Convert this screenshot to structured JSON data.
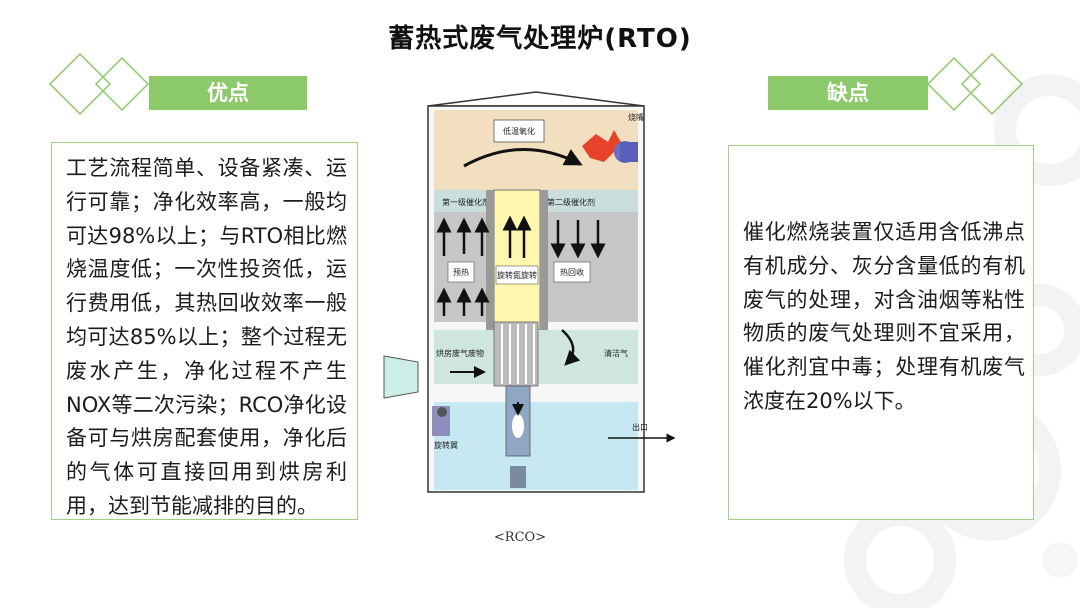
{
  "title": "蓄热式废气处理炉(RTO)",
  "advantages": {
    "label": "优点",
    "text": "工艺流程简单、设备紧凑、运行可靠；净化效率高，一般均可达98%以上；与RTO相比燃烧温度低；一次性投资低，运行费用低，其热回收效率一般均可达85%以上；整个过程无废水产生，净化过程不产生NOX等二次污染；RCO净化设备可与烘房配套使用，净化后的气体可直接回用到烘房利用，达到节能减排的目的。"
  },
  "disadvantages": {
    "label": "缺点",
    "text": "催化燃烧装置仅适用含低沸点有机成分、灰分含量低的有机废气的处理，对含油烟等粘性物质的废气处理则不宜采用，催化剂宜中毒；处理有机废气浓度在20%以下。"
  },
  "diagram": {
    "caption": "<RCO>",
    "labels": {
      "low_temp_oxidation": "低温氧化",
      "burner": "烧嘴",
      "first_stage_catalyst": "第一级催化剂",
      "second_stage_catalyst": "第二级催化剂",
      "preheat": "预热",
      "rotating_distributor": "旋转氮旋转",
      "heat_recovery": "热回收",
      "inlet": "烘房废气废物",
      "clean_air": "清洁气",
      "outlet": "出口",
      "rotary_valve": "旋转翼"
    }
  },
  "colors": {
    "accent_green": "#8cc96b",
    "box_border": "#9fd18a"
  }
}
